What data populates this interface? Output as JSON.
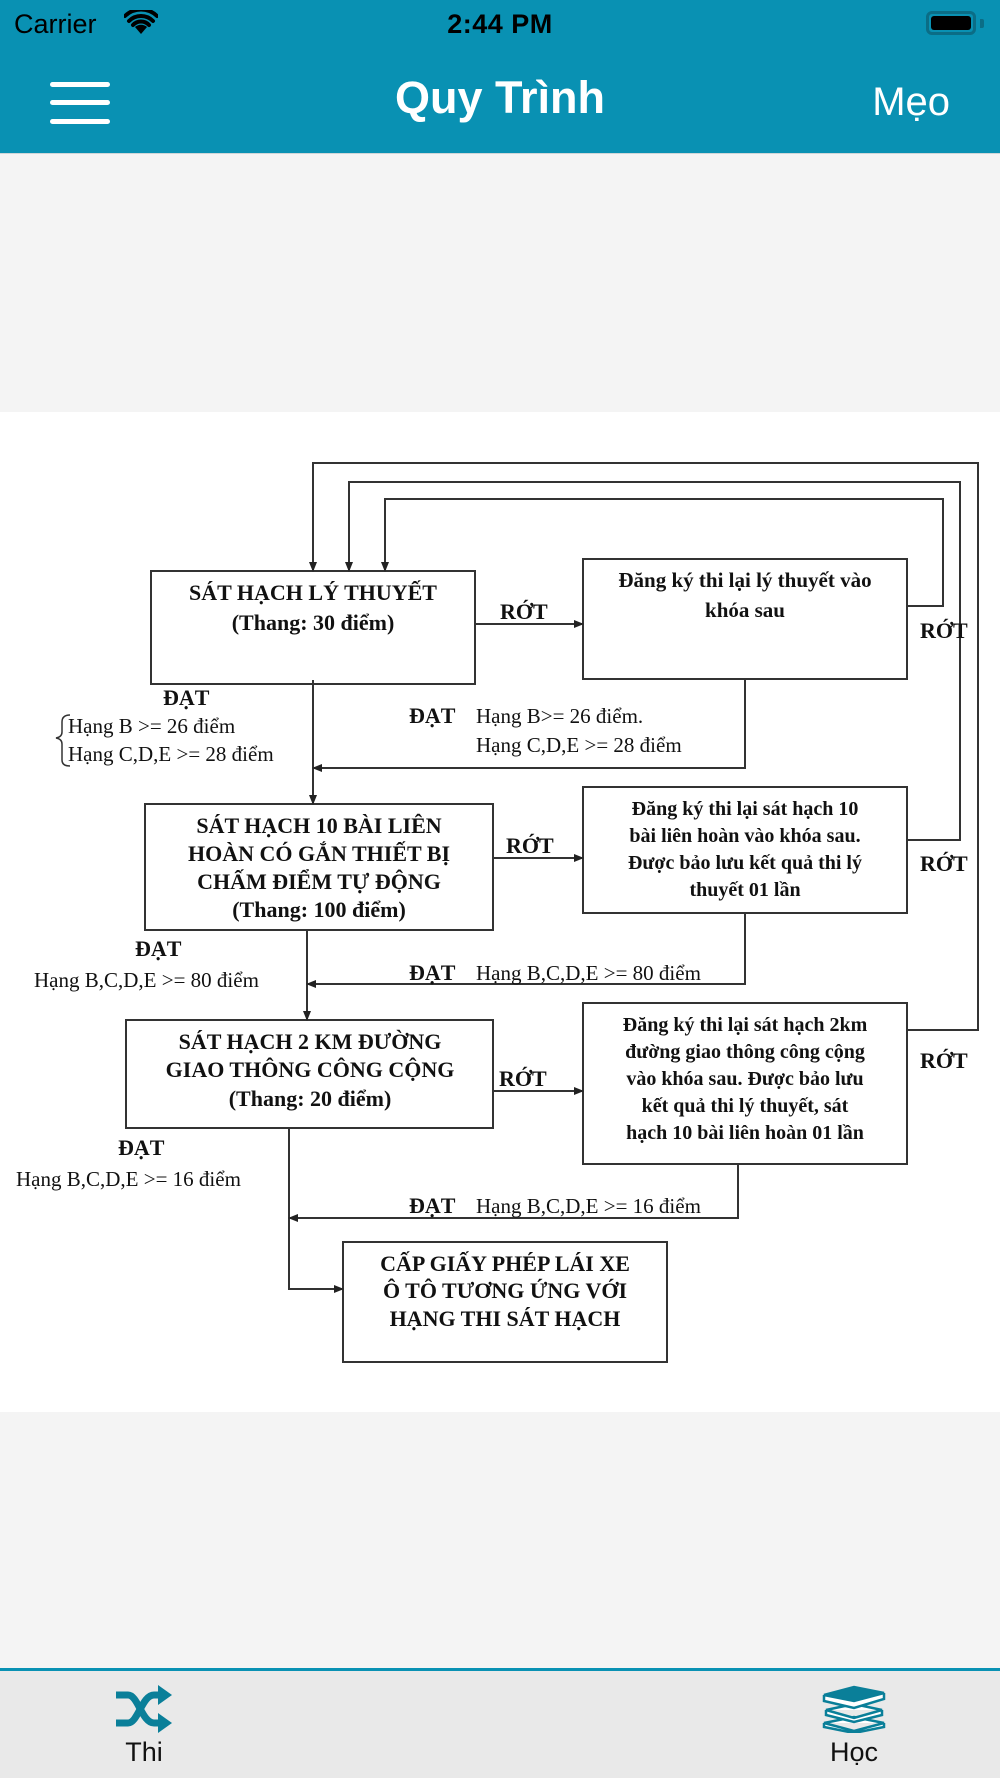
{
  "status_bar": {
    "carrier": "Carrier",
    "time": "2:44 PM",
    "wifi_icon": "wifi-icon",
    "battery_icon": "battery-icon"
  },
  "nav_bar": {
    "menu_icon": "hamburger-menu-icon",
    "title": "Quy Trình",
    "right_button": "Mẹo"
  },
  "colors": {
    "brand": "#0991b3",
    "tab_icon": "#0a7f99",
    "page_bg": "#f4f4f4",
    "tab_bar_bg": "#e9e9e9"
  },
  "diagram": {
    "boxes": {
      "theory_test": [
        "SÁT HẠCH LÝ THUYẾT",
        "(Thang: 30 điểm)"
      ],
      "theory_retake": [
        "Đăng ký thi lại lý thuyết vào",
        "khóa sau"
      ],
      "course_test": [
        "SÁT HẠCH 10 BÀI LIÊN",
        "HOÀN CÓ GẮN THIẾT BỊ",
        "CHẤM ĐIỂM TỰ ĐỘNG",
        "(Thang: 100 điểm)"
      ],
      "course_retake": [
        "Đăng ký thi lại sát hạch 10",
        "bài liên hoàn vào khóa sau.",
        "Được bảo lưu kết quả thi lý",
        "thuyết 01 lần"
      ],
      "road_test": [
        "SÁT HẠCH 2 KM ĐƯỜNG",
        "GIAO THÔNG  CÔNG CỘNG",
        "(Thang: 20 điểm)"
      ],
      "road_retake": [
        "Đăng ký thi lại sát hạch 2km",
        "đường giao thông công cộng",
        "vào khóa sau. Được bảo lưu",
        "kết quả thi lý thuyết, sát",
        "hạch 10 bài liên hoàn 01 lần"
      ],
      "license": [
        "CẤP GIẤY PHÉP LÁI XE",
        "Ô TÔ TƯƠNG ỨNG VỚI",
        "HẠNG THI SÁT HẠCH"
      ]
    },
    "labels": {
      "fail": "RỚT",
      "pass": "ĐẠT",
      "theory_pass_b": "Hạng B >= 26 điểm",
      "theory_pass_cde": "Hạng C,D,E >= 28 điểm",
      "theory_retake_pass_b": "Hạng B>= 26 điểm.",
      "theory_retake_pass_cde": "Hạng C,D,E >= 28 điểm",
      "course_pass": "Hạng B,C,D,E >= 80 điểm",
      "course_retake_pass": "Hạng B,C,D,E >= 80 điểm",
      "road_pass": "Hạng B,C,D,E >= 16 điểm",
      "road_retake_pass": "Hạng B,C,D,E >= 16 điểm"
    }
  },
  "tab_bar": {
    "tabs": [
      {
        "label": "Thi",
        "icon": "shuffle-icon"
      },
      {
        "label": "Học",
        "icon": "books-icon"
      }
    ]
  }
}
